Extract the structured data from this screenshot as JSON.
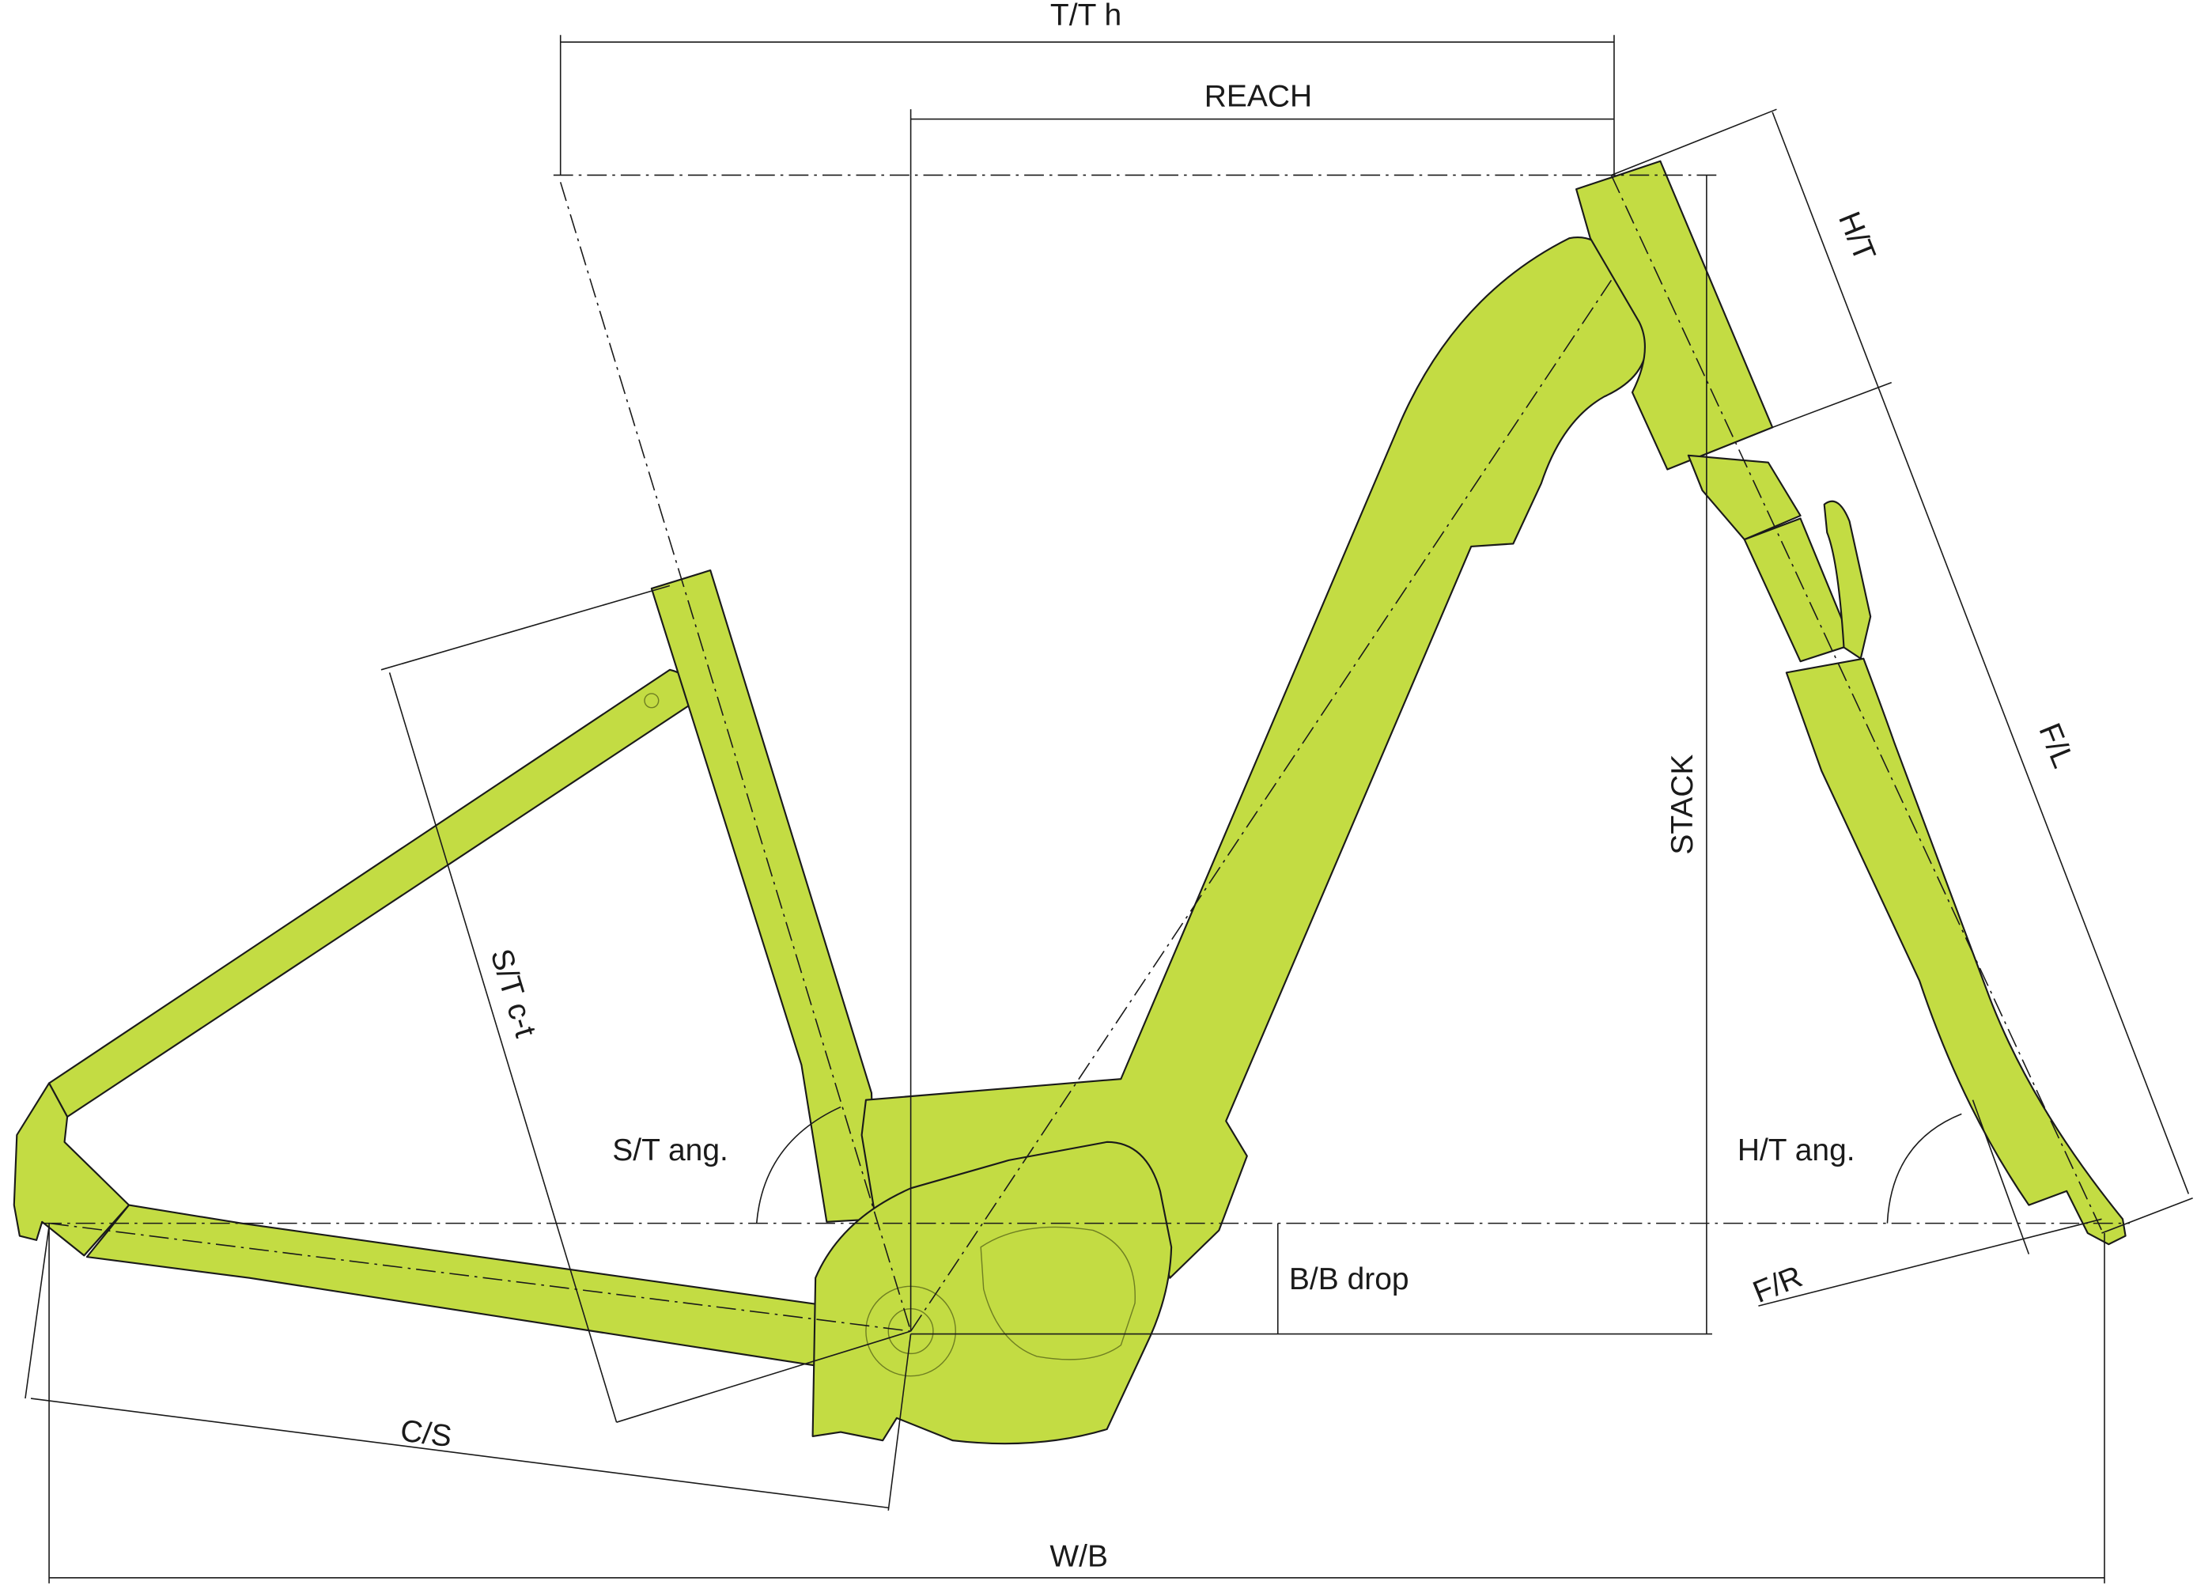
{
  "diagram": {
    "title": "E-bike frame geometry",
    "frame_color": "#c3dc43",
    "labels": {
      "top_tube_horizontal": "T/T h",
      "reach": "REACH",
      "head_tube": "H/T",
      "fork_length": "F/L",
      "stack": "STACK",
      "seat_tube_ct": "S/T c-t",
      "seat_tube_angle": "S/T ang.",
      "head_tube_angle": "H/T ang.",
      "bb_drop": "B/B drop",
      "fork_rake": "F/R",
      "chainstay": "C/S",
      "wheelbase": "W/B"
    }
  }
}
